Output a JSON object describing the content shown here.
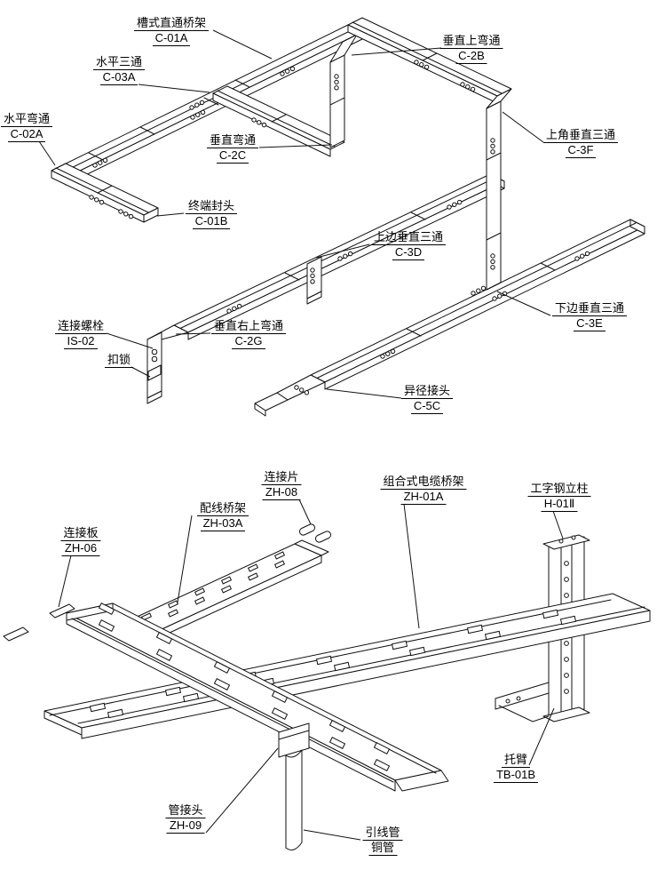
{
  "colors": {
    "line": "#111111",
    "background": "#ffffff"
  },
  "top_diagram": {
    "labels": [
      {
        "name": "槽式直通桥架",
        "code": "C-01A"
      },
      {
        "name": "垂直上弯通",
        "code": "C-2B"
      },
      {
        "name": "水平三通",
        "code": "C-03A"
      },
      {
        "name": "水平弯通",
        "code": "C-02A"
      },
      {
        "name": "上角垂直三通",
        "code": "C-3F"
      },
      {
        "name": "垂直弯通",
        "code": "C-2C"
      },
      {
        "name": "终端封头",
        "code": "C-01B"
      },
      {
        "name": "上边垂直三通",
        "code": "C-3D"
      },
      {
        "name": "下边垂直三通",
        "code": "C-3E"
      },
      {
        "name": "连接螺栓",
        "code": "IS-02"
      },
      {
        "name": "垂直右上弯通",
        "code": "C-2G"
      },
      {
        "name": "扣锁",
        "code": ""
      },
      {
        "name": "异径接头",
        "code": "C-5C"
      }
    ]
  },
  "bottom_diagram": {
    "labels": [
      {
        "name": "连接片",
        "code": "ZH-08"
      },
      {
        "name": "组合式电缆桥架",
        "code": "ZH-01A"
      },
      {
        "name": "工字钢立柱",
        "code": "H-01Ⅱ"
      },
      {
        "name": "配线桥架",
        "code": "ZH-03A"
      },
      {
        "name": "连接板",
        "code": "ZH-06"
      },
      {
        "name": "托臂",
        "code": "TB-01B"
      },
      {
        "name": "管接头",
        "code": "ZH-09"
      },
      {
        "name": "引线管",
        "code": "铜管"
      }
    ]
  }
}
